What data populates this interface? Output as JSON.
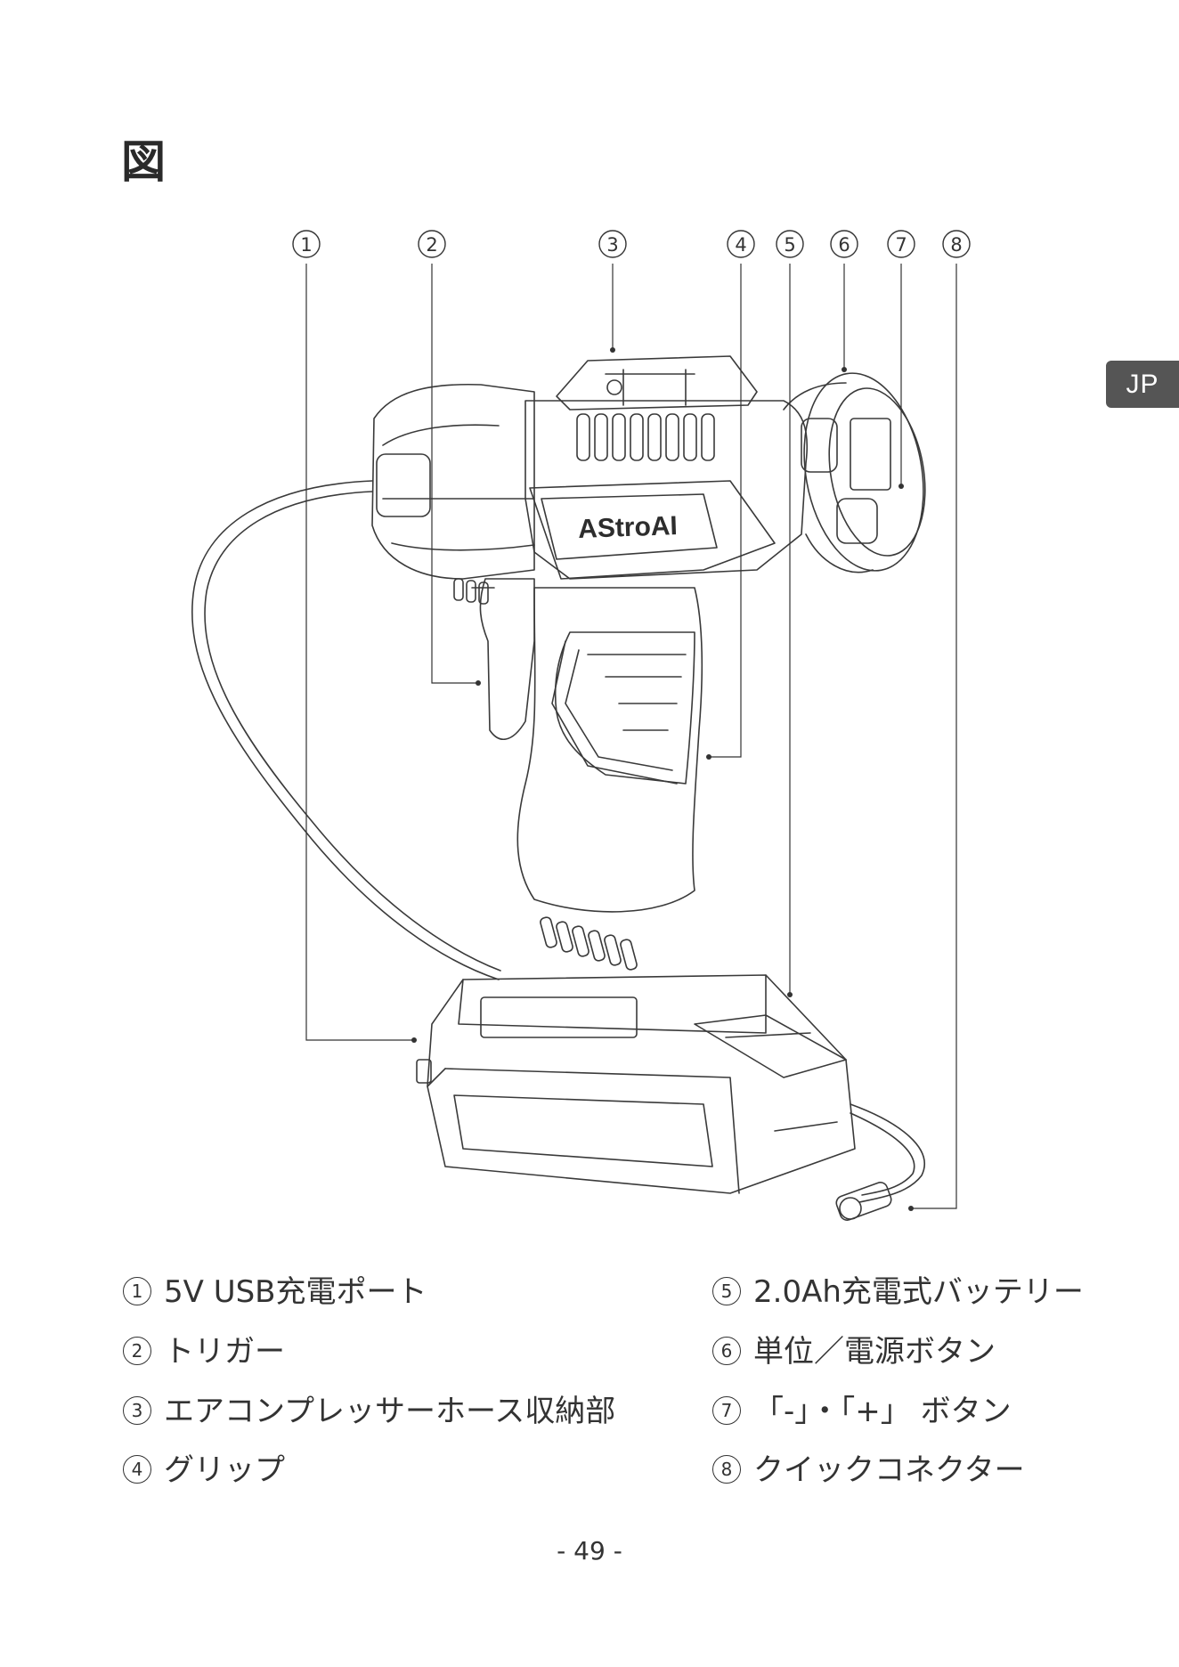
{
  "section_title": "図",
  "lang_tab": "JP",
  "callouts": [
    "1",
    "2",
    "3",
    "4",
    "5",
    "6",
    "7",
    "8"
  ],
  "product_logo": "AStroAI",
  "legend": [
    {
      "num": "1",
      "label": "5V USB充電ポート"
    },
    {
      "num": "2",
      "label": "トリガー"
    },
    {
      "num": "3",
      "label": "エアコンプレッサーホース収納部"
    },
    {
      "num": "4",
      "label": "グリップ"
    },
    {
      "num": "5",
      "label": "2.0Ah充電式バッテリー"
    },
    {
      "num": "6",
      "label": "単位／電源ボタン"
    },
    {
      "num": "7",
      "label": "「-」・「+」 ボタン"
    },
    {
      "num": "8",
      "label": "クイックコネクター"
    }
  ],
  "page_number": "- 49 -"
}
